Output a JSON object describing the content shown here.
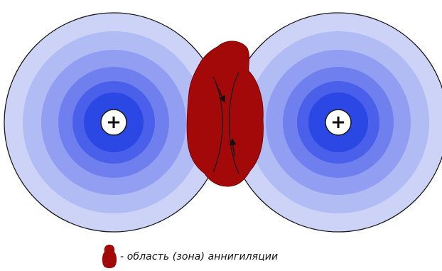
{
  "diagram": {
    "charges": [
      {
        "id": "left",
        "symbol": "+"
      },
      {
        "id": "right",
        "symbol": "+"
      }
    ],
    "colors": {
      "rings": [
        "#cdd3f6",
        "#b1bbf4",
        "#919ef1",
        "#6f80ee",
        "#4a60ea",
        "#2b47e4",
        "#1a33b8"
      ],
      "outline": "#1a1a1a",
      "charge_fill": "#ffffff",
      "annihilation": "#a30909",
      "annihilation_edge": "#7a0000",
      "arrow": "#111111"
    }
  },
  "legend": {
    "text": "- область (зона) аннигиляции",
    "swatch_color": "#a30909"
  }
}
